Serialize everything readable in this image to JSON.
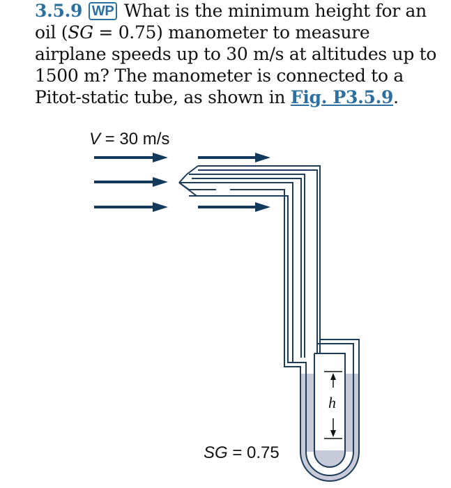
{
  "problem": {
    "number": "3.5.9",
    "badge": "WP",
    "text_1": "What is the minimum height for an oil (",
    "sg_symbol": "SG",
    "text_2": " = 0.75) manometer to measure airplane speeds up to 30 m/s at altitudes up to 1500 m? The manometer is connected to a Pitot-static tube, as shown in ",
    "link": "Fig. P3.5.9",
    "text_end": "."
  },
  "figure": {
    "velocity_symbol": "V",
    "velocity_value": " = 30 m/s",
    "fluid_symbol": "SG",
    "fluid_value": " = 0.75",
    "height_symbol": "h"
  },
  "colors": {
    "accent": "#2d6f9e",
    "tube": "#1d3c5a",
    "arrow": "#12385c",
    "fluid": "#c7cad8"
  }
}
